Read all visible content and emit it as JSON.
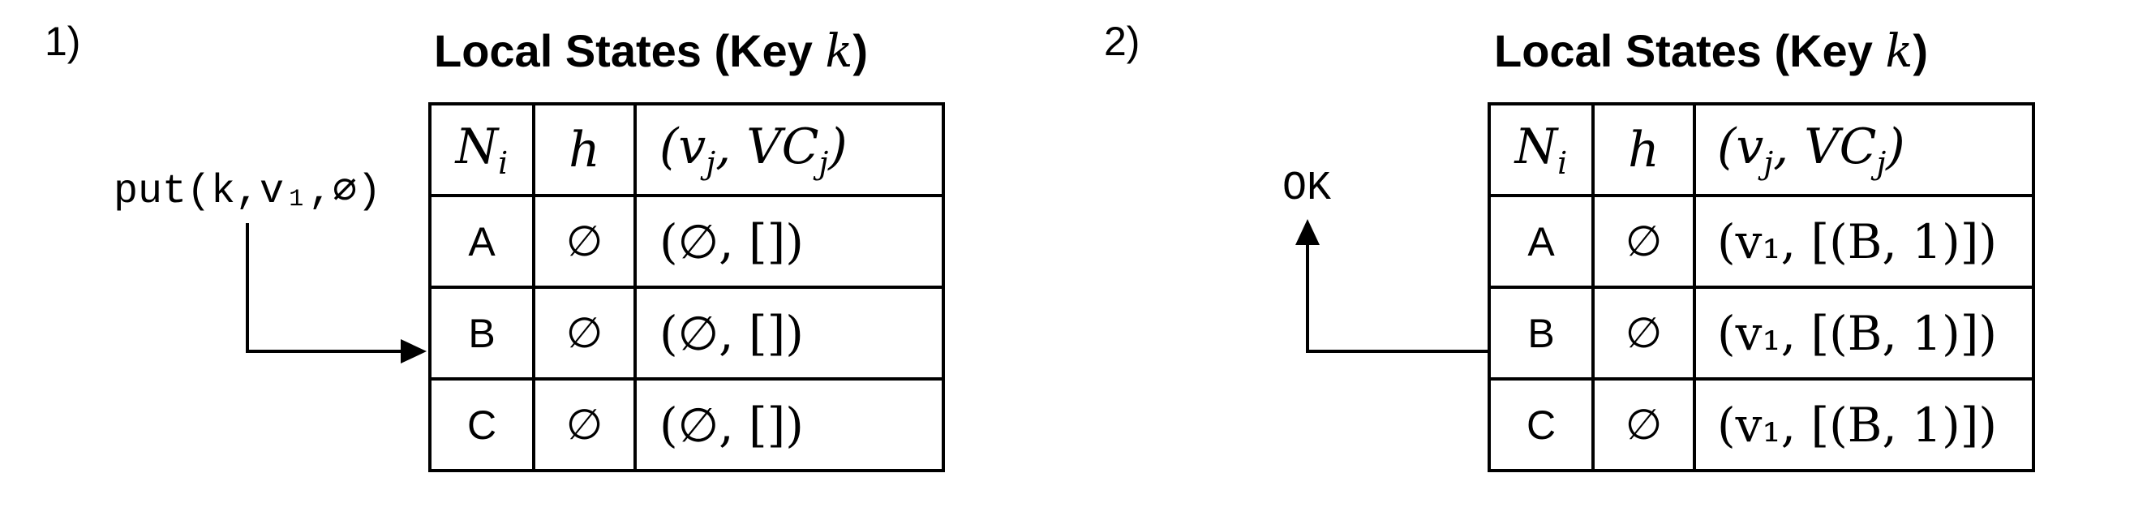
{
  "panel1": {
    "number": "1)",
    "title": {
      "text": "Local States (Key ",
      "var": "k",
      "close": ")"
    },
    "operation": "put(k,v₁,∅)",
    "table": {
      "headers": {
        "node": "N",
        "node_sub": "i",
        "hint": "h",
        "value": "(v",
        "value_sub1": "j",
        "value_mid": ", VC",
        "value_sub2": "j",
        "value_end": ")"
      },
      "rows": [
        {
          "node": "A",
          "hint": "∅",
          "value": "(∅, [])"
        },
        {
          "node": "B",
          "hint": "∅",
          "value": "(∅, [])"
        },
        {
          "node": "C",
          "hint": "∅",
          "value": "(∅, [])"
        }
      ]
    }
  },
  "panel2": {
    "number": "2)",
    "title": {
      "text": "Local States (Key ",
      "var": "k",
      "close": ")"
    },
    "response": "OK",
    "table": {
      "headers": {
        "node": "N",
        "node_sub": "i",
        "hint": "h",
        "value": "(v",
        "value_sub1": "j",
        "value_mid": ", VC",
        "value_sub2": "j",
        "value_end": ")"
      },
      "rows": [
        {
          "node": "A",
          "hint": "∅",
          "value": "(v₁, [(B, 1)])"
        },
        {
          "node": "B",
          "hint": "∅",
          "value": "(v₁, [(B, 1)])"
        },
        {
          "node": "C",
          "hint": "∅",
          "value": "(v₁, [(B, 1)])"
        }
      ]
    }
  }
}
